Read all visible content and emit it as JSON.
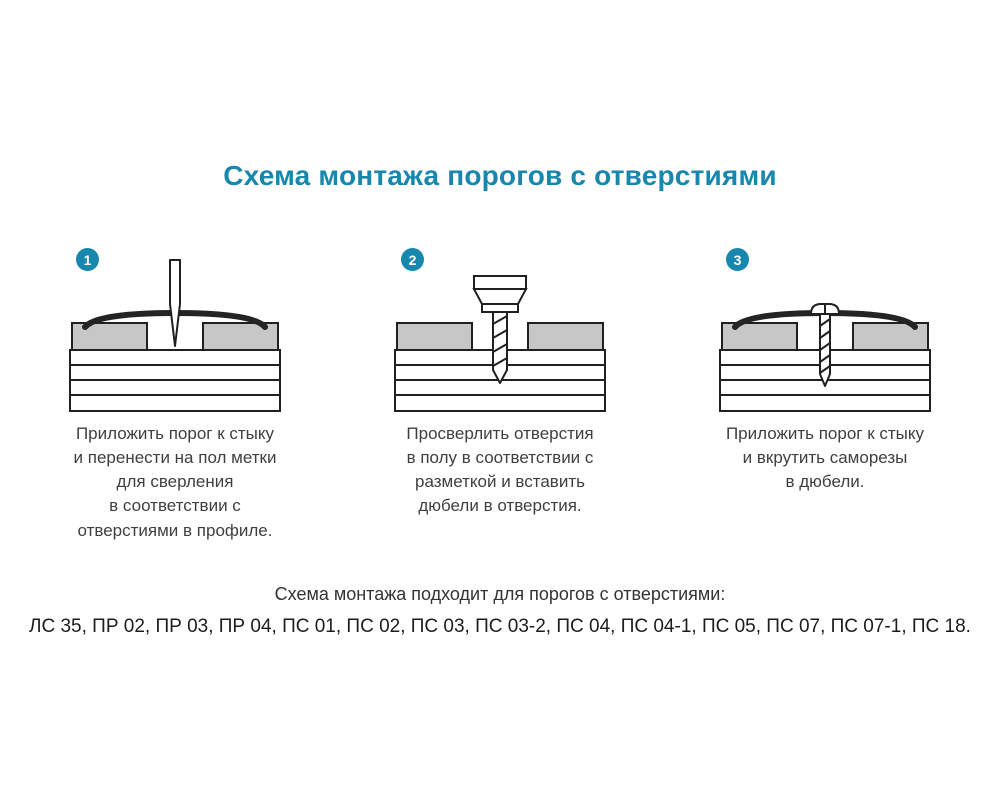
{
  "page": {
    "title": "Схема монтажа порогов с отверстиями"
  },
  "steps": [
    {
      "number": "1",
      "icon": "awl-marking-icon",
      "caption_lines": [
        "Приложить порог к стыку",
        "и перенести на пол метки",
        "для сверления",
        "в соответствии с",
        "отверстиями в профиле."
      ]
    },
    {
      "number": "2",
      "icon": "drill-icon",
      "caption_lines": [
        "Просверлить отверстия",
        "в полу в соответствии с",
        "разметкой и вставить",
        "дюбели в отверстия."
      ]
    },
    {
      "number": "3",
      "icon": "screw-icon",
      "caption_lines": [
        "Приложить порог к стыку",
        "и вкрутить саморезы",
        "в дюбели."
      ]
    }
  ],
  "footer": {
    "note": "Схема монтажа подходит для порогов с отверстиями:",
    "models": "ЛС 35, ПР 02, ПР 03, ПР 04, ПС 01, ПС 02, ПС 03, ПС 03-2, ПС 04, ПС 04-1, ПС 05, ПС 07, ПС 07-1, ПС 18."
  },
  "colors": {
    "accent": "#1787ad",
    "line": "#202020",
    "floor_gray": "#c7c7c7"
  }
}
